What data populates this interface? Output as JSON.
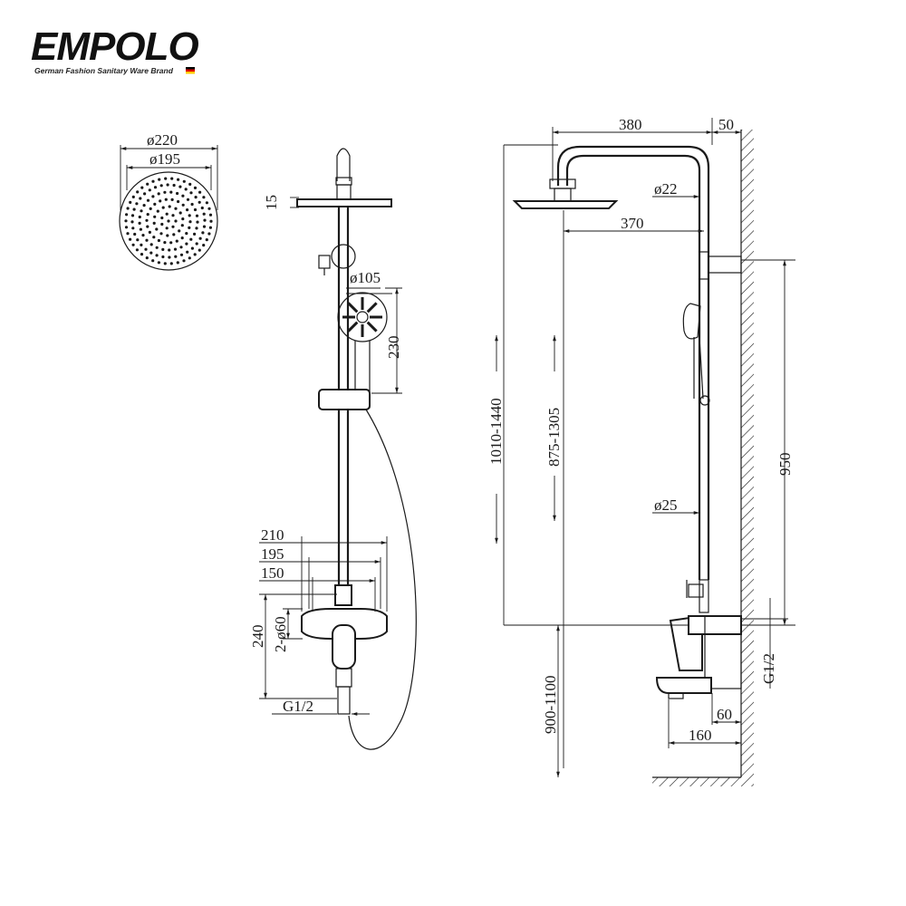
{
  "brand": {
    "name": "EMPOLO",
    "tagline": "German Fashion Sanitary Ware Brand"
  },
  "dimensions": {
    "head_outer_dia": "ø220",
    "head_inner_dia": "ø195",
    "head_thickness": "15",
    "hand_dia": "ø105",
    "hand_length": "230",
    "width_210": "210",
    "width_195": "195",
    "width_150": "150",
    "height_240": "240",
    "mixer_holes": "2-ø60",
    "inlet_left": "G1/2",
    "arm_length": "380",
    "wall_gap": "50",
    "arm_dia": "ø22",
    "arm_reach": "370",
    "total_height": "1010-1440",
    "adj_height": "875-1305",
    "bracket_height": "950",
    "pipe_dia": "ø25",
    "inlet_right": "G1/2",
    "install_height": "900-1100",
    "spout_depth": "60",
    "spout_reach": "160"
  },
  "colors": {
    "line": "#1a1a1a",
    "background": "#ffffff"
  }
}
